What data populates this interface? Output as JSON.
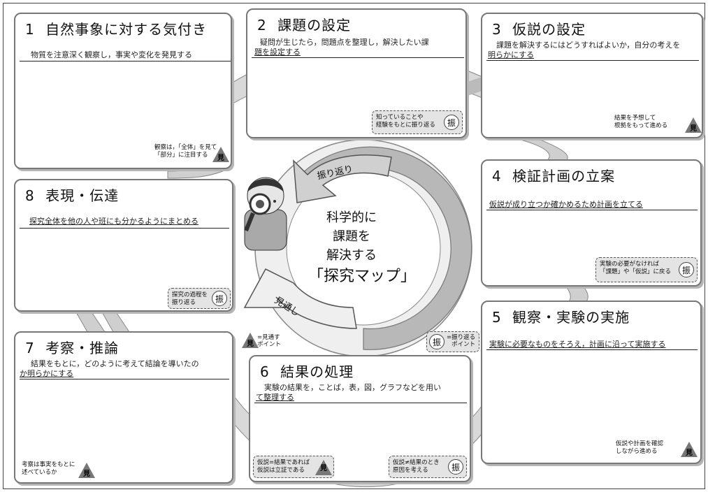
{
  "steps": [
    {
      "num": "1",
      "title": "自然事象に対する気付き",
      "desc": "物質を注意深く観察し，事実や変化を発見する",
      "note": "観察は，「全体」を見て\n「部分」に注目する",
      "badge": "見"
    },
    {
      "num": "2",
      "title": "課題の設定",
      "desc1": "疑問が生じたら，問題点を整理し，解決したい課",
      "desc2": "題を設定する",
      "note": "知っていることや\n経験をもとに振り返る",
      "badge": "振"
    },
    {
      "num": "3",
      "title": "仮説の設定",
      "desc1": "課題を解決するにはどうすればよいか，自分の考えを",
      "desc2": "明らかにする",
      "note": "結果を予想して\n根拠をもって進める",
      "badge": "見"
    },
    {
      "num": "4",
      "title": "検証計画の立案",
      "desc": "仮説が成り立つか確かめるため計画を立てる",
      "note": "実験の必要がなければ\n「課題」や「仮説」に戻る",
      "badge": "振"
    },
    {
      "num": "5",
      "title": "観察・実験の実施",
      "desc": "実験に必要なものをそろえ，計画に沿って実施する",
      "note": "仮説や計画を確認\nしながら進める",
      "badge": "見"
    },
    {
      "num": "6",
      "title": "結果の処理",
      "desc1": "実験の結果を，ことば，表，図，グラフなどを用い",
      "desc2": "て整理する",
      "note_left": "仮説=結果であれば\n仮説は立証である",
      "badge_left": "見",
      "note_right": "仮説≠結果のとき\n原因を考える",
      "badge_right": "振"
    },
    {
      "num": "7",
      "title": "考察・推論",
      "desc1": "結果をもとに，どのように考えて結論を導いたの",
      "desc2": "か明らかにする",
      "note": "考察は事実をもとに\n述べているか",
      "badge": "見"
    },
    {
      "num": "8",
      "title": "表現・伝達",
      "desc": "探究全体を他の人や班にも分かるようにまとめる",
      "note": "探究の過程を\n振り返る",
      "badge": "振"
    }
  ],
  "center": {
    "lines": [
      "科学的に",
      "課題を",
      "解決する"
    ],
    "map_title": "「探究マップ」",
    "furikaeri": "振り返り",
    "mitooshi": "見通し"
  },
  "legend": {
    "mi_badge": "見",
    "mi_text": "=見通す\nポイント",
    "furi_badge": "振",
    "furi_text": "=振り返る\nポイント"
  },
  "colors": {
    "arrow_gray": "#9a9a9a",
    "light_gray": "#e4e4e4",
    "tri_gray": "#777777"
  }
}
